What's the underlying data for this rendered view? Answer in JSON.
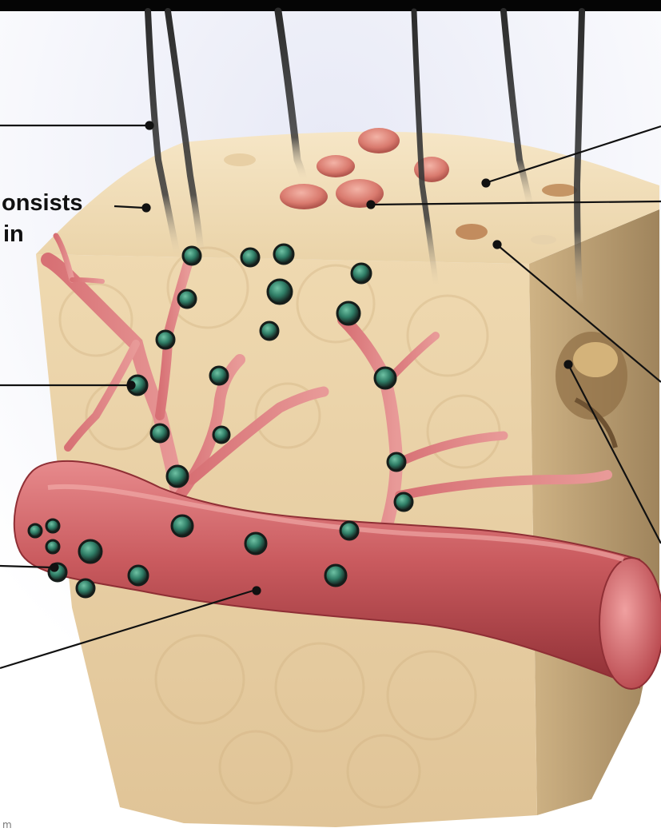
{
  "diagram": {
    "label_fragments": [
      {
        "id": "label-onsists",
        "text": "onsists"
      },
      {
        "id": "label-in",
        "text": "in"
      }
    ],
    "credit_fragment": "m",
    "colors": {
      "top_bar": "#050505",
      "background": "#ffffff",
      "tissue_light": "#f0dcb4",
      "tissue_mid": "#e2c699",
      "tissue_shadow": "#bfa276",
      "vessel_main": "#c95a5e",
      "vessel_light": "#e6888a",
      "vessel_dark": "#8f2f35",
      "cell_green": "#3f8f77",
      "cell_dark": "#1d2a26",
      "hair": "#2b2b2b",
      "pointer_line": "#111111"
    }
  }
}
